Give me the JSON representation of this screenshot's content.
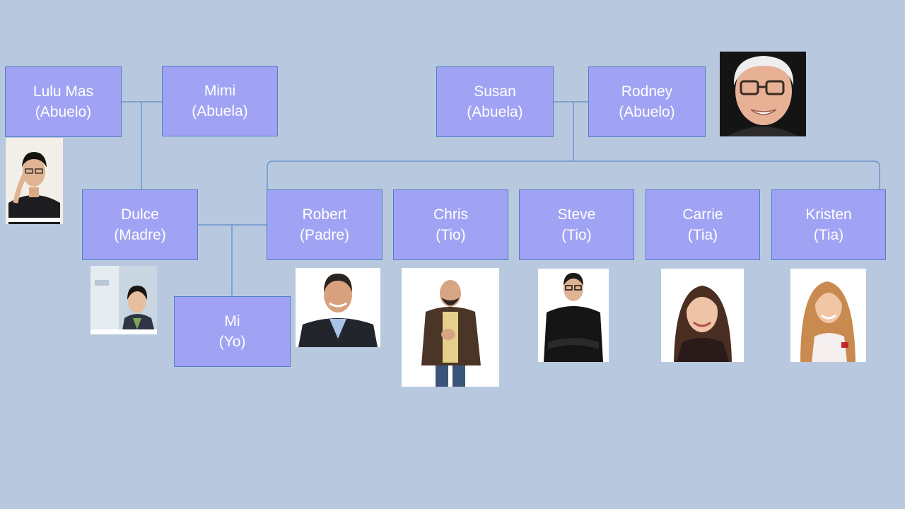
{
  "members": {
    "lulu": {
      "name": "Lulu Mas",
      "role": "(Abuelo)"
    },
    "mimi": {
      "name": "Mimi",
      "role": "(Abuela)"
    },
    "susan": {
      "name": "Susan",
      "role": "(Abuela)"
    },
    "rodney": {
      "name": "Rodney",
      "role": "(Abuelo)"
    },
    "dulce": {
      "name": "Dulce",
      "role": "(Madre)"
    },
    "robert": {
      "name": "Robert",
      "role": "(Padre)"
    },
    "chris": {
      "name": "Chris",
      "role": "(Tio)"
    },
    "steve": {
      "name": "Steve",
      "role": "(Tio)"
    },
    "carrie": {
      "name": "Carrie",
      "role": "(Tia)"
    },
    "kristen": {
      "name": "Kristen",
      "role": "(Tia)"
    },
    "mi": {
      "name": "Mi",
      "role": "(Yo)"
    }
  },
  "colors": {
    "background": "#b8c9df",
    "box_fill": "#a0a3f4",
    "box_border": "#4f7fc4",
    "connector": "#5b8ac6",
    "text": "#ffffff"
  }
}
